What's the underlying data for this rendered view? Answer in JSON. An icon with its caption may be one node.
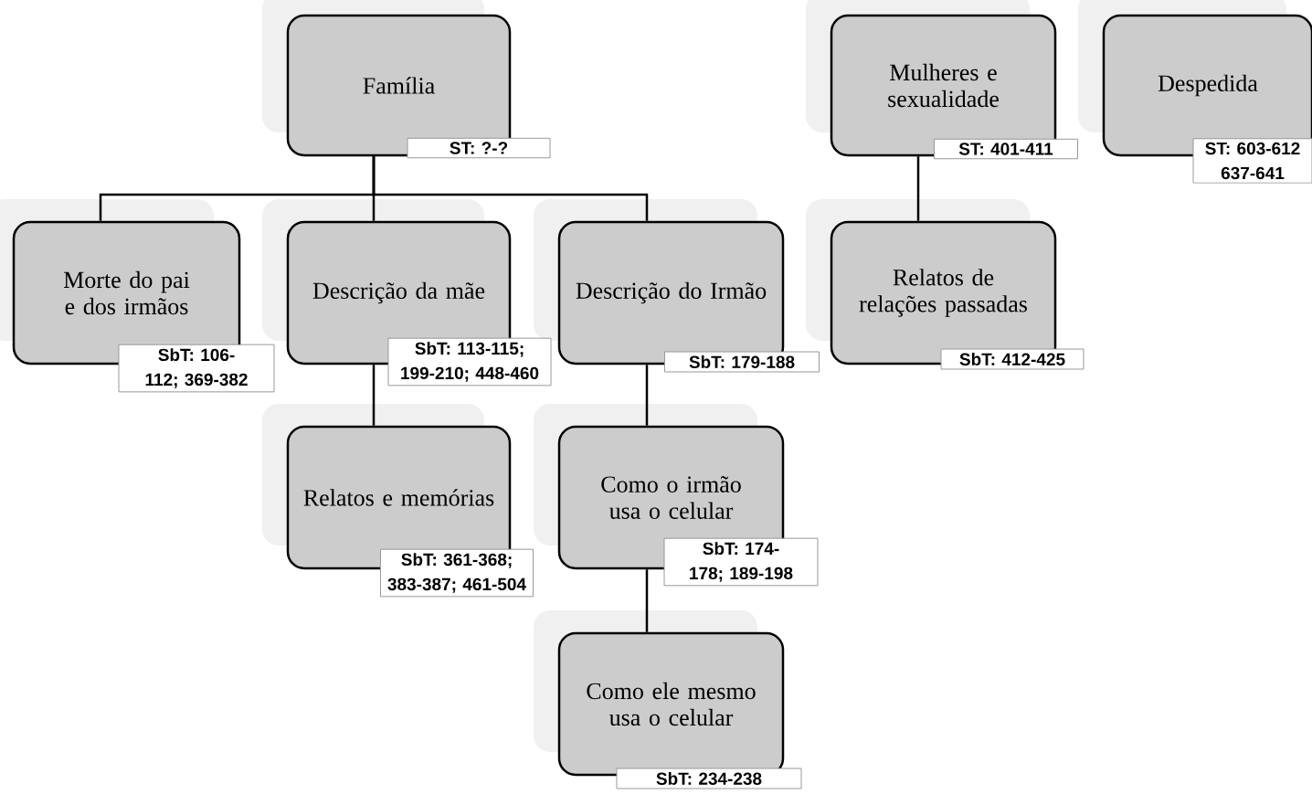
{
  "diagram": {
    "nodes": [
      {
        "text": [
          "Família"
        ],
        "beside": [
          "ST: ?-?"
        ]
      },
      {
        "text": [
          "Morte do pai e dos irmãos"
        ],
        "beside": [
          "SbT: 106-112; 369-382"
        ]
      },
      {
        "text": [
          "Descrição da mãe"
        ],
        "beside": [
          "SbT: 113-115; 199-210; 448-460"
        ]
      },
      {
        "text": [
          "Descrição do Irmão"
        ],
        "beside": [
          "SbT: 179-188"
        ]
      },
      {
        "text": [
          "Relatos e memórias"
        ],
        "beside": [
          "SbT: 361-368; 383-387; 461-504"
        ]
      },
      {
        "text": [
          "Como o irmão usa o celular"
        ],
        "beside": [
          "SbT: 174-178; 189-198"
        ]
      },
      {
        "text": [
          "Como ele mesmo usa o celular"
        ],
        "beside": [
          "SbT: 234-238"
        ]
      },
      {
        "text": [
          "Mulheres e sexualidade"
        ],
        "beside": [
          "ST: 401-411"
        ]
      },
      {
        "text": [
          "Relatos de relações passadas"
        ],
        "beside": [
          "SbT: 412-425"
        ]
      },
      {
        "text": [
          "Despedida"
        ],
        "beside": [
          "ST: 603-612 637-641"
        ]
      }
    ],
    "edges": [
      {
        "from": 0,
        "to": 1,
        "arrow": "none"
      },
      {
        "from": 0,
        "to": 2,
        "arrow": "none"
      },
      {
        "from": 0,
        "to": 3,
        "arrow": "none"
      },
      {
        "from": 2,
        "to": 4,
        "arrow": "none"
      },
      {
        "from": 3,
        "to": 5,
        "arrow": "none"
      },
      {
        "from": 5,
        "to": 6,
        "arrow": "none"
      },
      {
        "from": 7,
        "to": 8,
        "arrow": "none"
      }
    ]
  }
}
